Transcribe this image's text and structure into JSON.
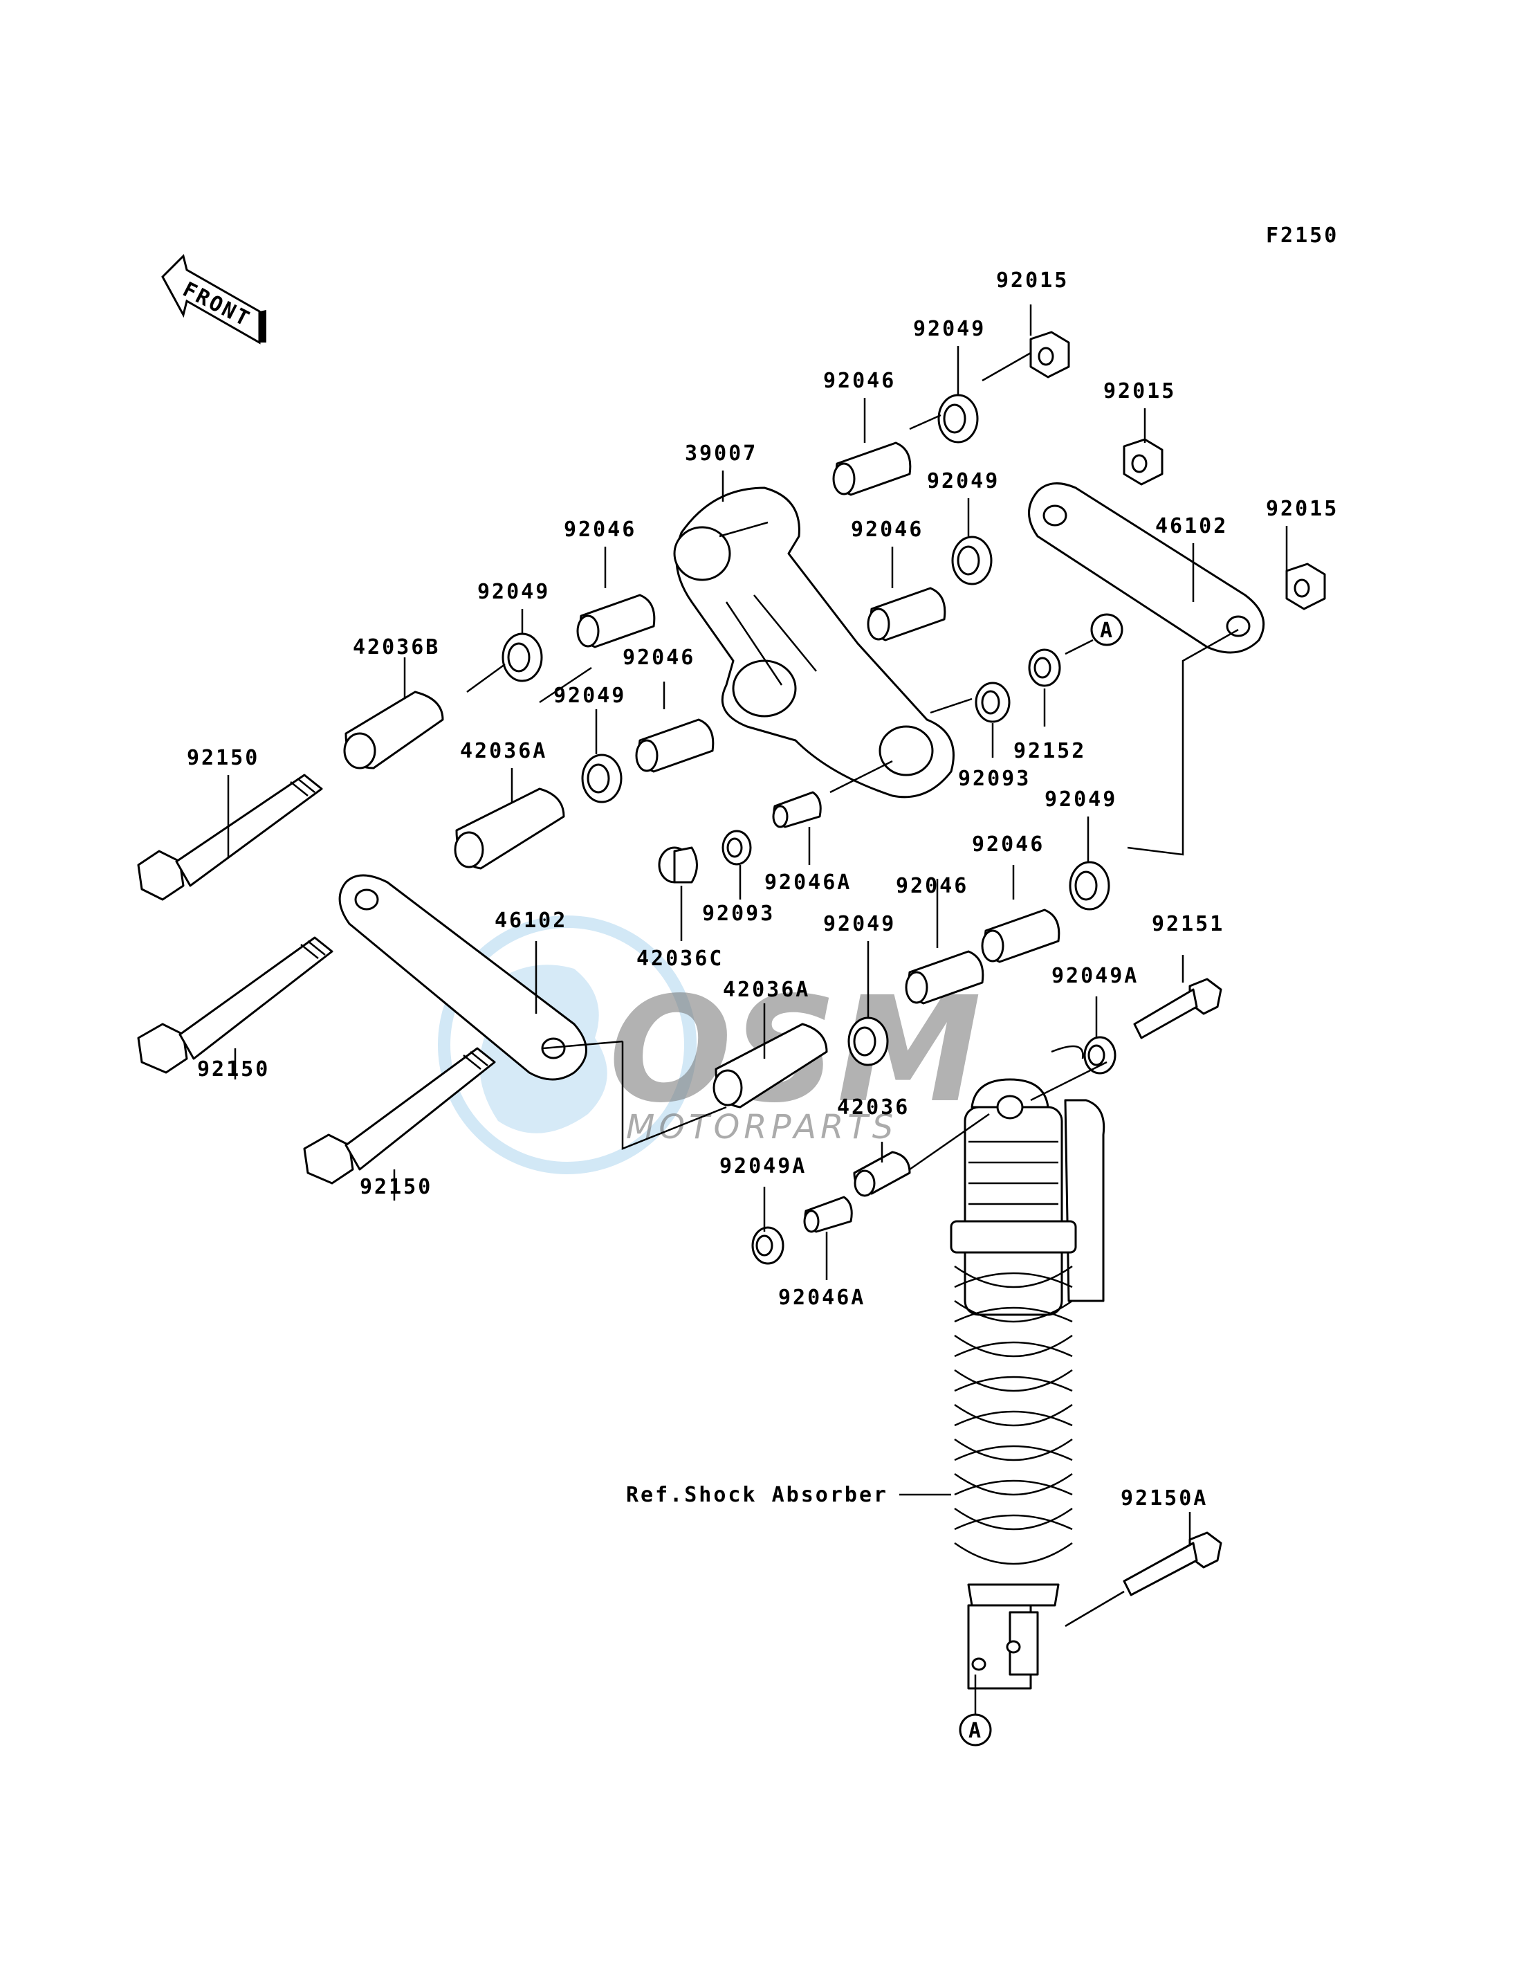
{
  "diagram": {
    "figure_code": "F2150",
    "front_label": "FRONT",
    "callout_marker": "A",
    "ref_text": "Ref.Shock Absorber",
    "watermark": {
      "brand": "OSM",
      "sub": "MOTORPARTS",
      "color": "#5aa9dd"
    },
    "parts": {
      "p92015_a": "92015",
      "p92015_b": "92015",
      "p92015_c": "92015",
      "p92049_a": "92049",
      "p92049_b": "92049",
      "p92049_c": "92049",
      "p92049_d": "92049",
      "p92049_e": "92049",
      "p92049_f": "92049",
      "p92046_a": "92046",
      "p92046_b": "92046",
      "p92046_c": "92046",
      "p92046_d": "92046",
      "p92046_e": "92046",
      "p92046_f": "92046",
      "p39007": "39007",
      "p46102_a": "46102",
      "p46102_b": "46102",
      "p42036B": "42036B",
      "p42036A_a": "42036A",
      "p42036A_b": "42036A",
      "p42036C": "42036C",
      "p42036": "42036",
      "p92150_a": "92150",
      "p92150_b": "92150",
      "p92150_c": "92150",
      "p92150A": "92150A",
      "p92151": "92151",
      "p92152": "92152",
      "p92093_a": "92093",
      "p92093_b": "92093",
      "p92046A_a": "92046A",
      "p92046A_b": "92046A",
      "p92049A_a": "92049A",
      "p92049A_b": "92049A"
    }
  }
}
